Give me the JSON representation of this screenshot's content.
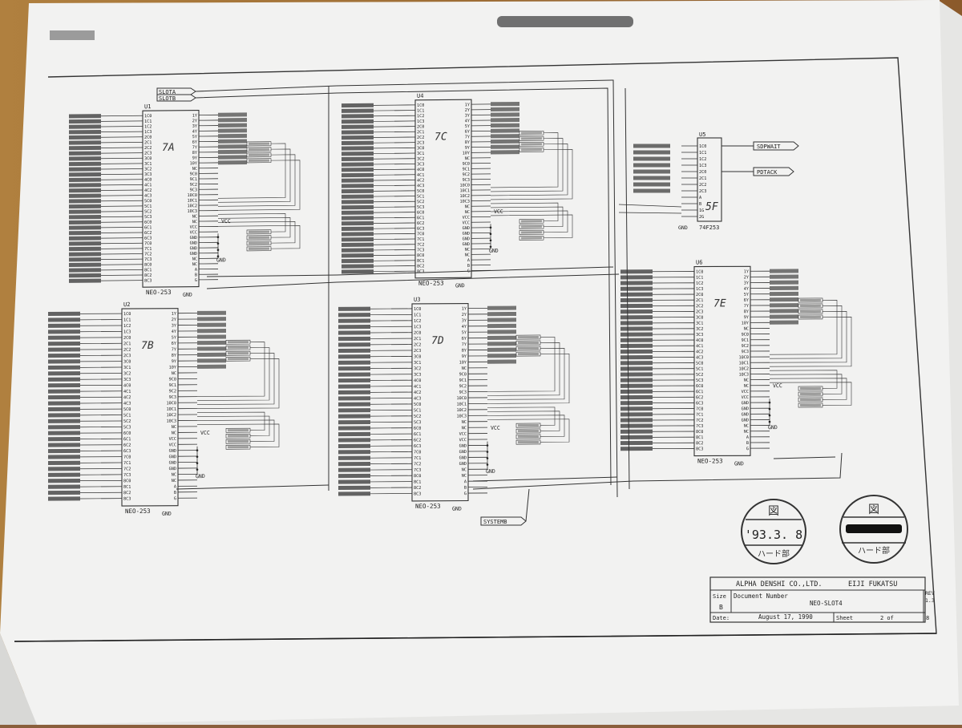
{
  "sheet": {
    "company": "ALPHA DENSHI CO.,LTD.",
    "author": "EIJI FUKATSU",
    "rev_label": "REV",
    "rev_value": "1.3",
    "size_label": "Size",
    "size_value": "B",
    "docnum_label": "Document Number",
    "docnum_value": "NEO-SLOT4",
    "date_label": "Date:",
    "date_value": "August 17, 1990",
    "sheet_label": "Sheet",
    "sheet_value": "2 of",
    "sheet_total": "8"
  },
  "stamps": [
    {
      "date": "'93.3. 8",
      "top": "図",
      "bottom": "ハード部"
    },
    {
      "date": "",
      "top": "図",
      "bottom": "ハード部"
    }
  ],
  "global_labels": {
    "slot_a": "SLOTA",
    "slot_b": "SLOTB",
    "systemb": "SYSTEMB",
    "vcc": "VCC",
    "gnd": "GND"
  },
  "chips": [
    {
      "ref": "U1",
      "hand": "7A",
      "part": "NEO-253"
    },
    {
      "ref": "U4",
      "hand": "7C",
      "part": "NEO-253"
    },
    {
      "ref": "U2",
      "hand": "7B",
      "part": "NEO-253"
    },
    {
      "ref": "U3",
      "hand": "7D",
      "part": "NEO-253"
    },
    {
      "ref": "U6",
      "hand": "7E",
      "part": "NEO-253"
    }
  ],
  "u5": {
    "ref": "U5",
    "hand": "5F",
    "part": "74F253",
    "out1": "SDPWAIT",
    "out2": "PDTACK"
  },
  "pins": {
    "left": [
      "1C0",
      "1C1",
      "1C2",
      "1C3",
      "2C0",
      "2C1",
      "2C2",
      "2C3",
      "3C0",
      "3C1",
      "3C2",
      "3C3",
      "4C0",
      "4C1",
      "4C2",
      "4C3",
      "5C0",
      "5C1",
      "5C2",
      "5C3",
      "6C0",
      "6C1",
      "6C2",
      "6C3",
      "7C0",
      "7C1",
      "7C2",
      "7C3",
      "8C0",
      "8C1",
      "8C2",
      "8C3"
    ],
    "right": [
      "1Y",
      "2Y",
      "3Y",
      "4Y",
      "5Y",
      "6Y",
      "7Y",
      "8Y",
      "9Y",
      "10Y",
      "NC",
      "9C0",
      "9C1",
      "9C2",
      "9C3",
      "10C0",
      "10C1",
      "10C2",
      "10C3",
      "NC",
      "NC",
      "VCC",
      "VCC",
      "GND",
      "GND",
      "GND",
      "GND",
      "NC",
      "NC",
      "A",
      "B",
      "G"
    ]
  }
}
